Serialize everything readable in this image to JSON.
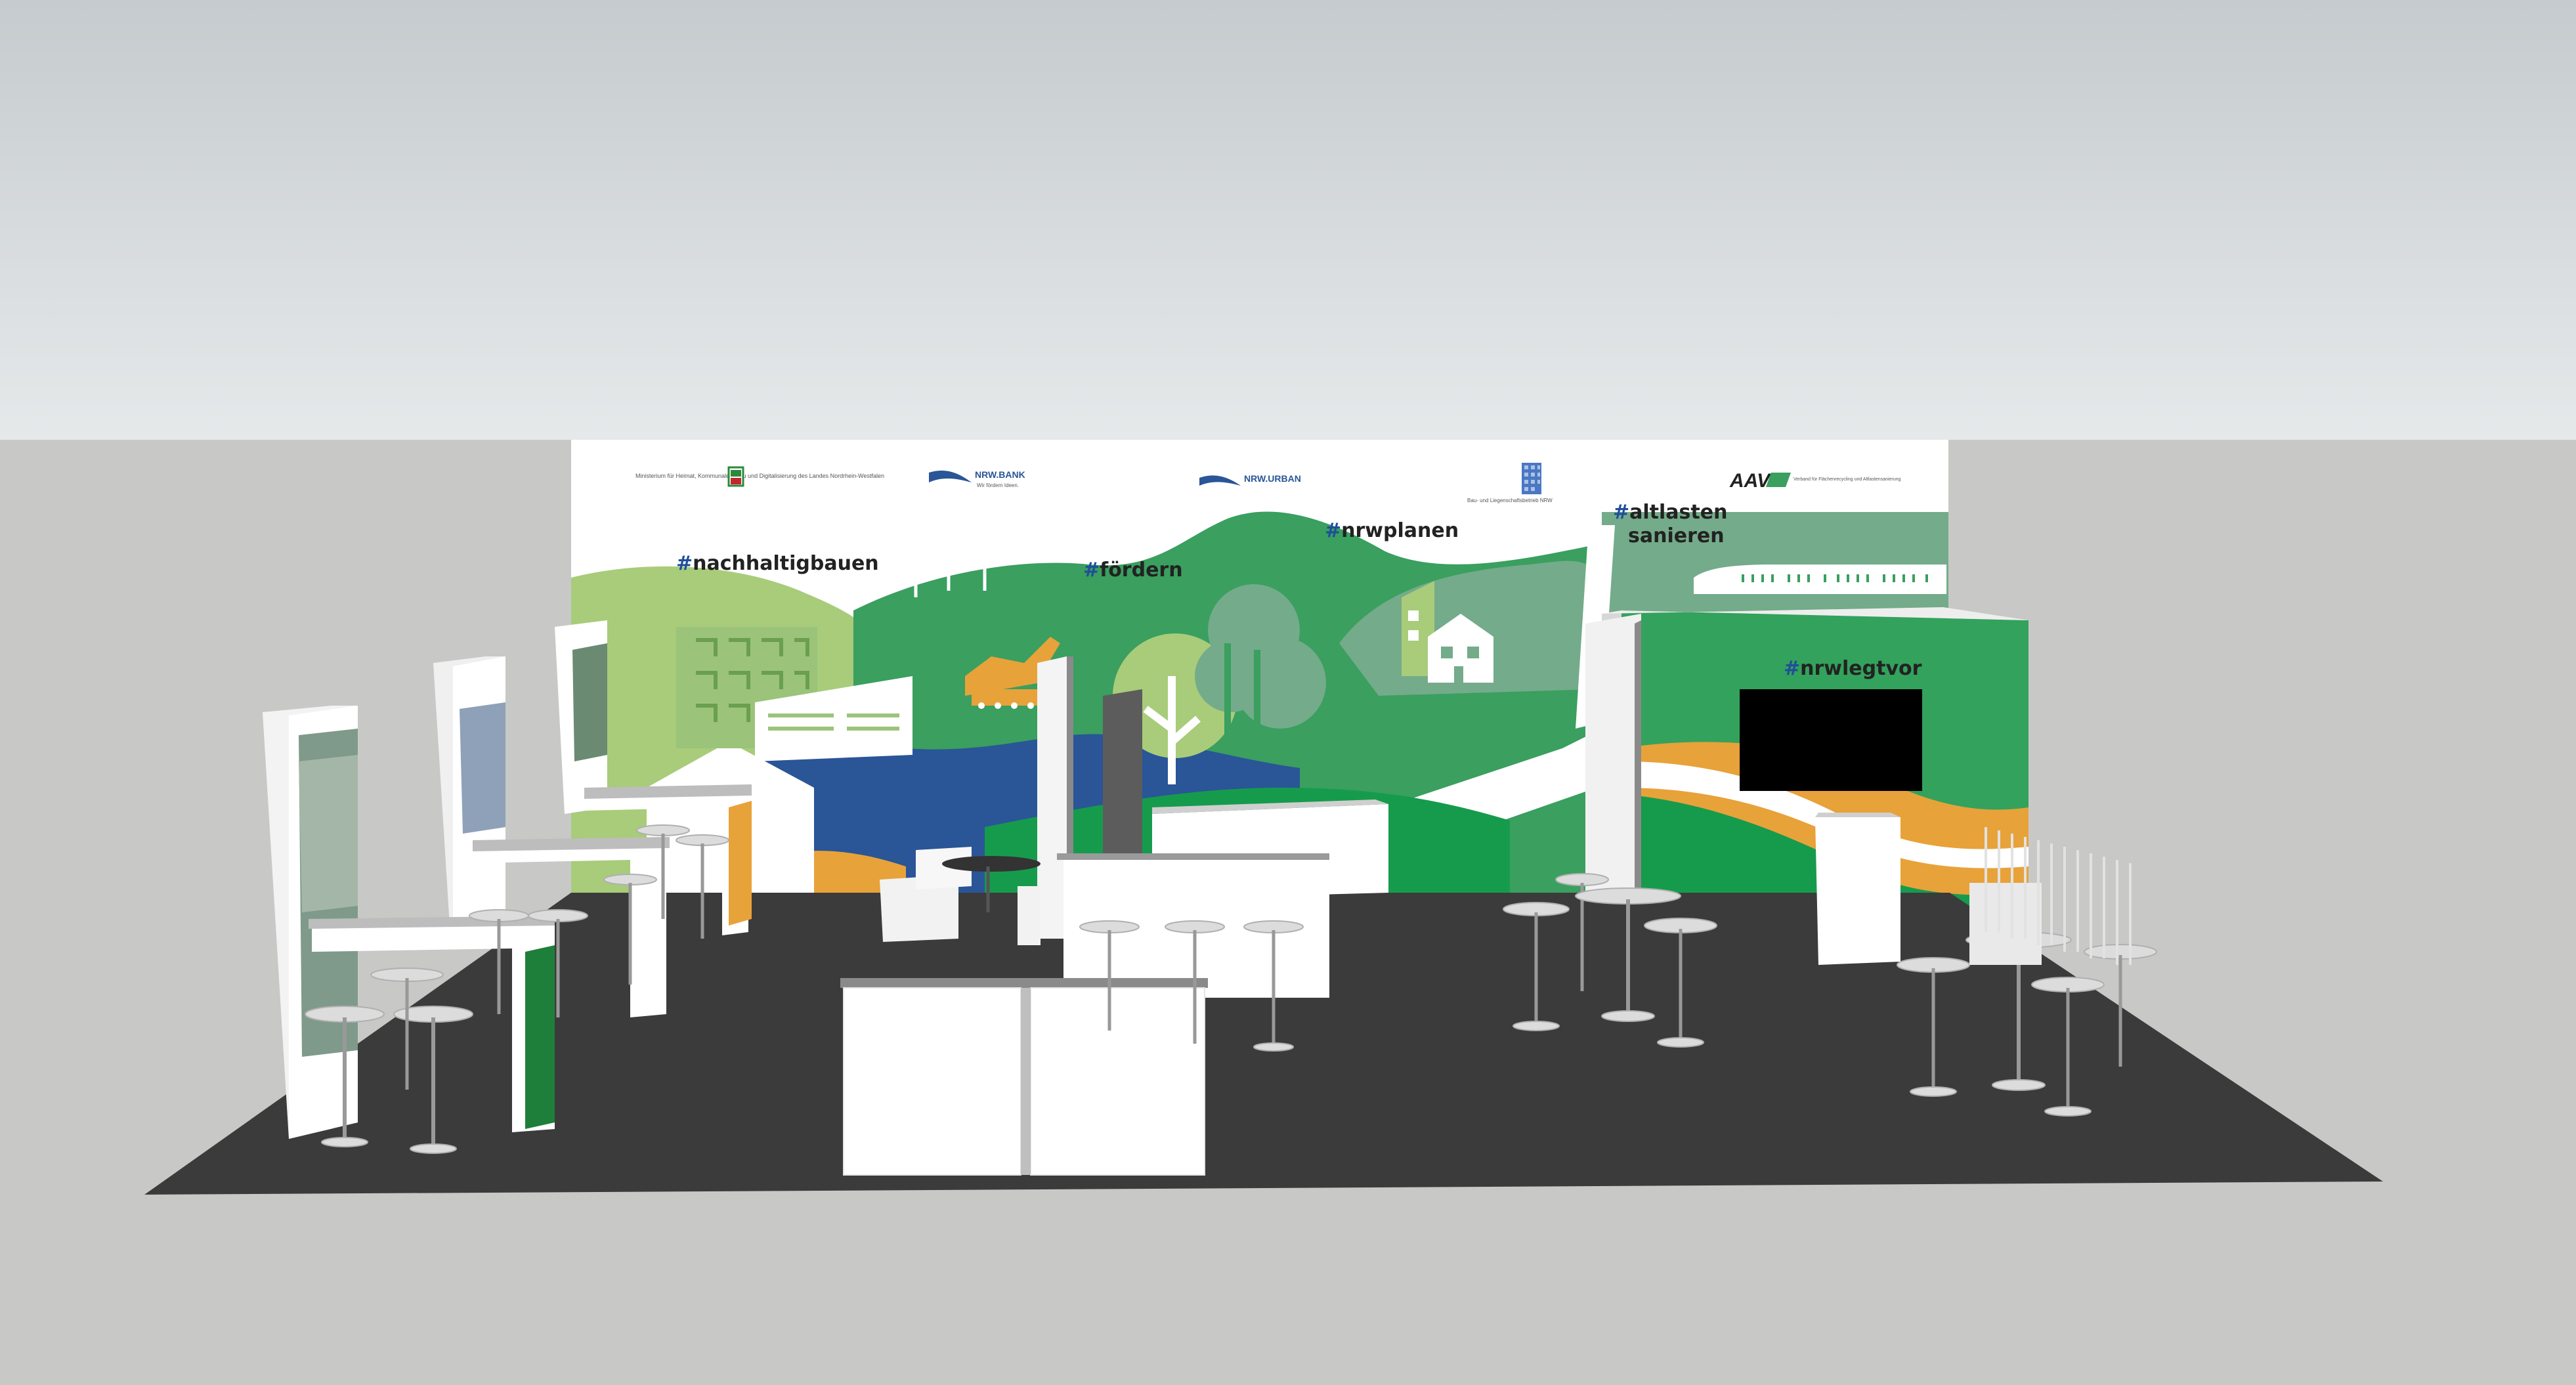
{
  "wall": {
    "logos": {
      "ministry": "Ministerium für Heimat, Kommunales, Bau und Digitalisierung des Landes Nordrhein-Westfalen",
      "nrw_bank": "NRW.BANK",
      "nrw_bank_sub": "Wir fördern Ideen.",
      "nrw_urban": "NRW.URBAN",
      "blb": "Bau- und Liegenschaftsbetrieb NRW",
      "aav": "AAV",
      "aav_sub": "Verband für Flächenrecycling und Altlastensanierung"
    },
    "hashtags": {
      "nachhaltigbauen": {
        "hash": "#",
        "word": "nachhaltigbauen"
      },
      "foerdern": {
        "hash": "#",
        "word": "fördern"
      },
      "nrwplanen": {
        "hash": "#",
        "word": "nrwplanen"
      },
      "altlasten": {
        "hash": "#",
        "word": "altlasten"
      },
      "altlasten_line2": "sanieren",
      "nrwlegtvor": {
        "hash": "#",
        "word": "nrwlegtvor"
      }
    }
  },
  "colors": {
    "sky_top": "#c7cccf",
    "sky_bottom": "#e4e7e8",
    "ground": "#c8c9c6",
    "floor": "#3b3b3b",
    "green_dark": "#169b4d",
    "green_mid": "#3a9f5f",
    "green_light": "#a8cc7a",
    "green_sage": "#74ab8a",
    "blue": "#2a5597",
    "orange": "#e8a23a",
    "white": "#ffffff",
    "screen": "#000000"
  },
  "icons": [
    "wind-turbine-icon",
    "excavator-icon",
    "tree-icon",
    "house-icon",
    "train-icon",
    "building-icon"
  ]
}
